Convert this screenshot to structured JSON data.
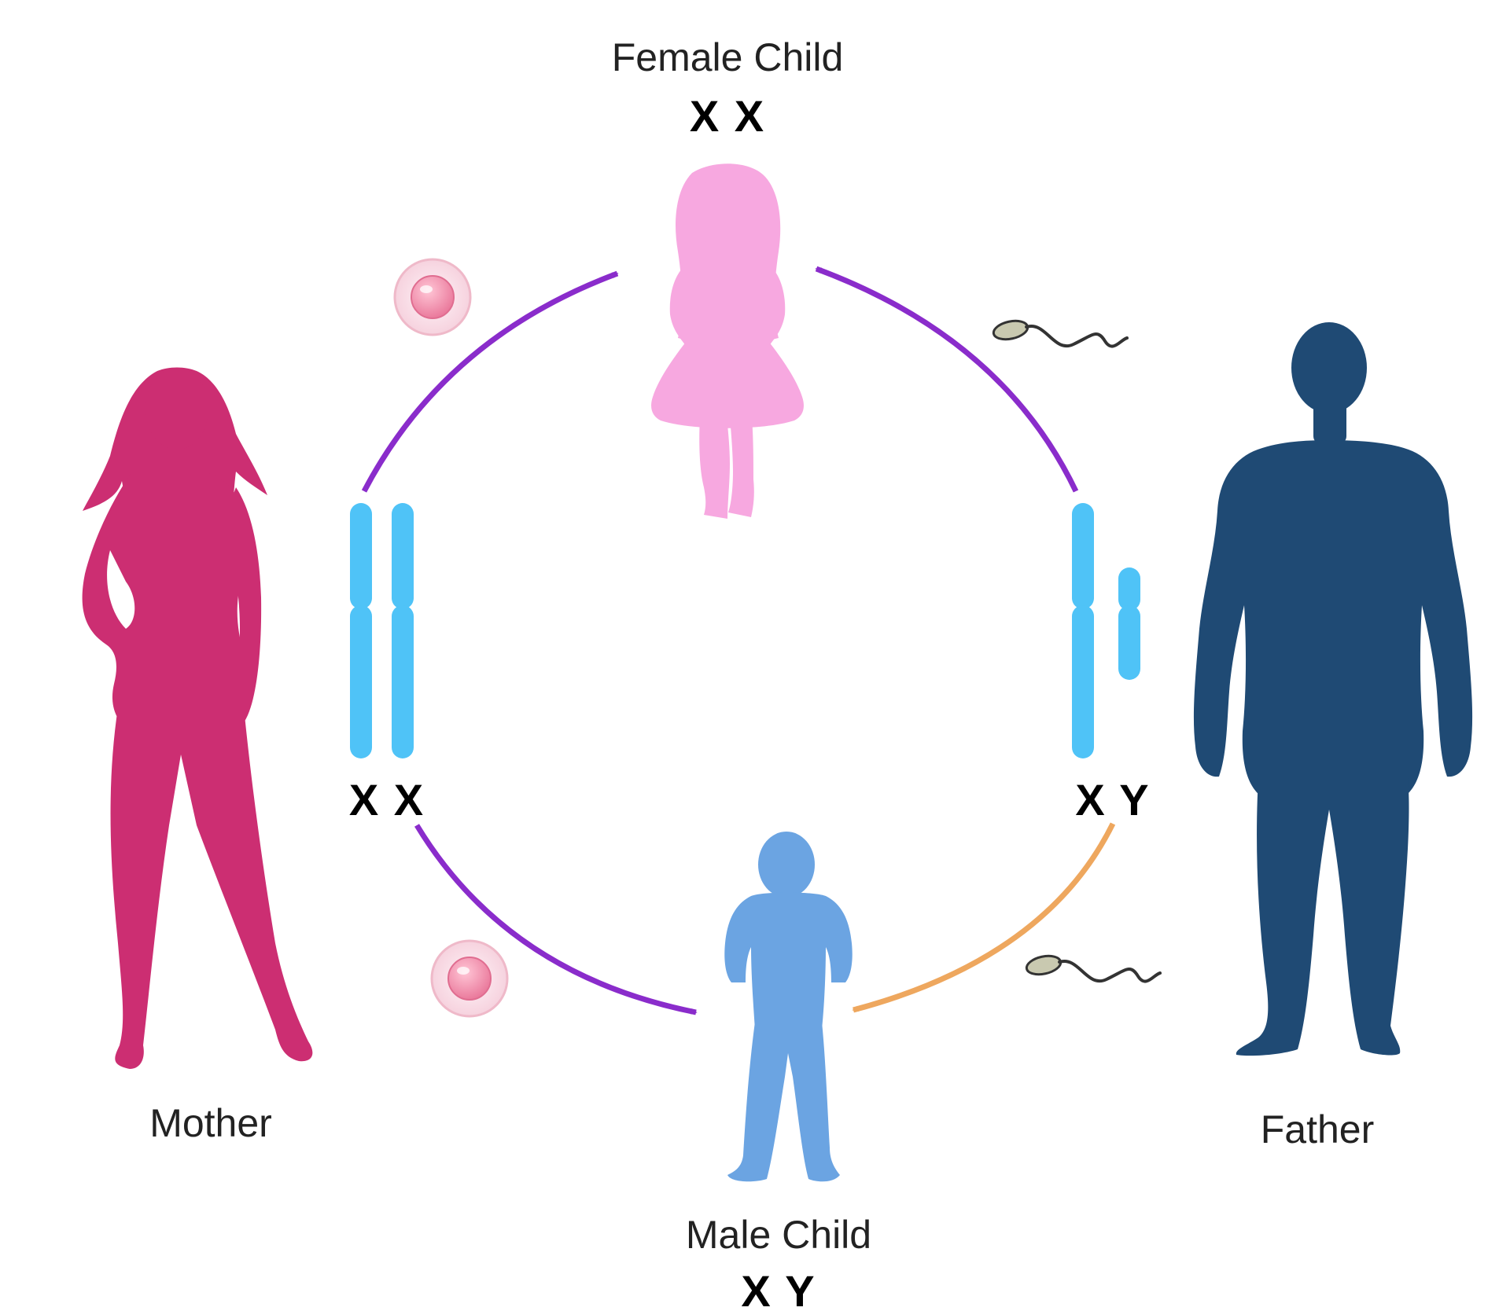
{
  "labels": {
    "female_child": "Female Child",
    "female_child_genotype": "X X",
    "male_child": "Male Child",
    "male_child_genotype": "X Y",
    "mother": "Mother",
    "father": "Father",
    "mother_chromosomes": "X X",
    "father_chromosomes": "X Y"
  },
  "icons": {
    "mother": "woman-silhouette-icon",
    "father": "man-silhouette-icon",
    "female_child": "girl-silhouette-icon",
    "male_child": "boy-silhouette-icon",
    "egg": "egg-cell-icon",
    "sperm": "sperm-cell-icon",
    "chromosome": "chromosome-icon"
  },
  "colors": {
    "mother": "#cc2e72",
    "father": "#1f4a74",
    "female_child": "#f7a8e0",
    "male_child": "#6ba4e2",
    "chromosome": "#4fc3f7",
    "arrow_purple": "#8a2ccb",
    "arrow_orange": "#eea75e",
    "egg_outer": "#f8dfe7",
    "egg_inner": "#f08caa",
    "sperm": "#333333"
  }
}
